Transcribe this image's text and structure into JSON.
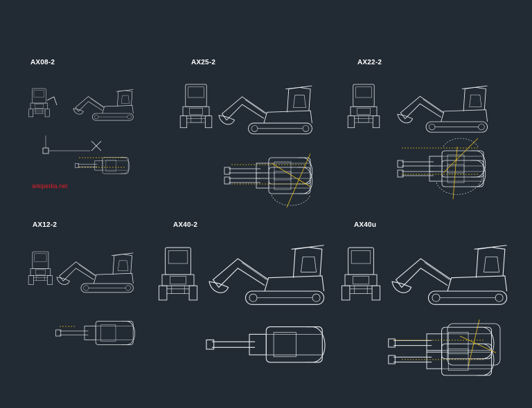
{
  "drawing": {
    "background": "#222a33",
    "line_color": "#e8ecf0",
    "accent_color": "#e8c020",
    "watermark_color": "#e0202a"
  },
  "models": [
    {
      "label": "AX08-2"
    },
    {
      "label": "AX25-2"
    },
    {
      "label": "AX22-2"
    },
    {
      "label": "AX12-2"
    },
    {
      "label": "AX40-2"
    },
    {
      "label": "AX40u"
    }
  ],
  "watermark": "arkipedia.net"
}
